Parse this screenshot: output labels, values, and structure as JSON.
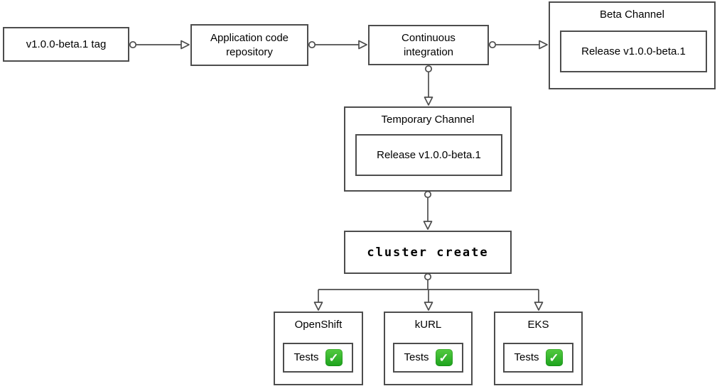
{
  "diagram": {
    "kind": "release-pipeline-flowchart",
    "colors": {
      "box_border": "#4d4d4d",
      "connector": "#4d4d4d",
      "background": "#ffffff",
      "check_green_top": "#54cb41",
      "check_green_bottom": "#1ca21c",
      "check_glyph_color": "#ffffff"
    },
    "icons": {
      "check_glyph": "✓",
      "check_emoji_meaning": "✅"
    },
    "nodes": {
      "tag": {
        "label": "v1.0.0-beta.1 tag"
      },
      "app_repo": {
        "label": "Application code\nrepository"
      },
      "ci": {
        "label": "Continuous\nintegration"
      },
      "beta_channel": {
        "title": "Beta Channel",
        "release": "Release v1.0.0-beta.1"
      },
      "temp_channel": {
        "title": "Temporary Channel",
        "release": "Release v1.0.0-beta.1"
      },
      "cluster_create": {
        "label": "cluster create"
      },
      "clusters": [
        {
          "title": "OpenShift",
          "tests_label": "Tests"
        },
        {
          "title": "kURL",
          "tests_label": "Tests"
        },
        {
          "title": "EKS",
          "tests_label": "Tests"
        }
      ]
    }
  }
}
